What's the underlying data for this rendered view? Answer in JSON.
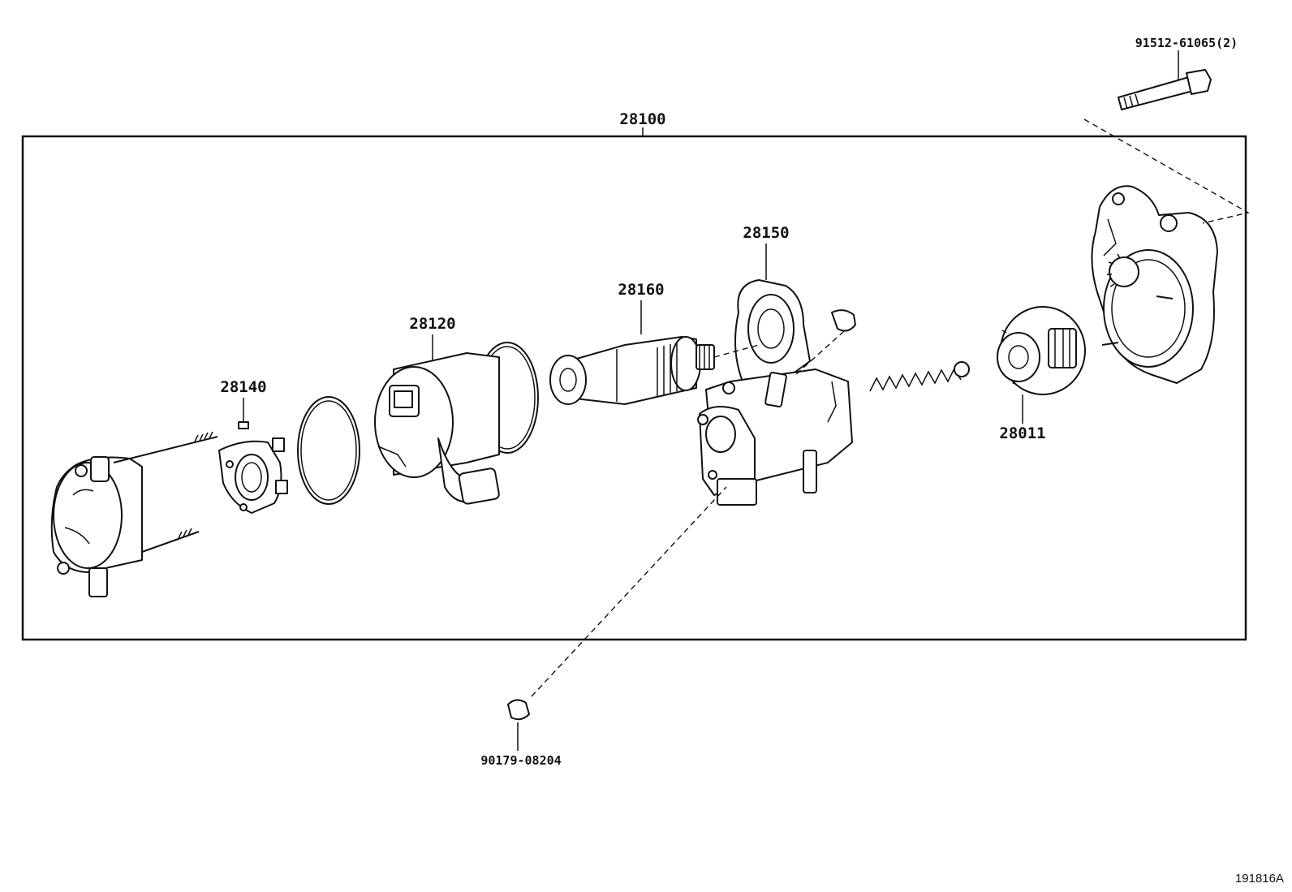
{
  "diagram": {
    "assembly_label": "28100",
    "parts": {
      "field_frame": "28140",
      "yoke": "28120",
      "armature": "28160",
      "housing": "28150",
      "pinion_clutch": "28011",
      "bolt": "91512-61065(2)",
      "nut": "90179-08204"
    },
    "figure_code": "191816A"
  }
}
